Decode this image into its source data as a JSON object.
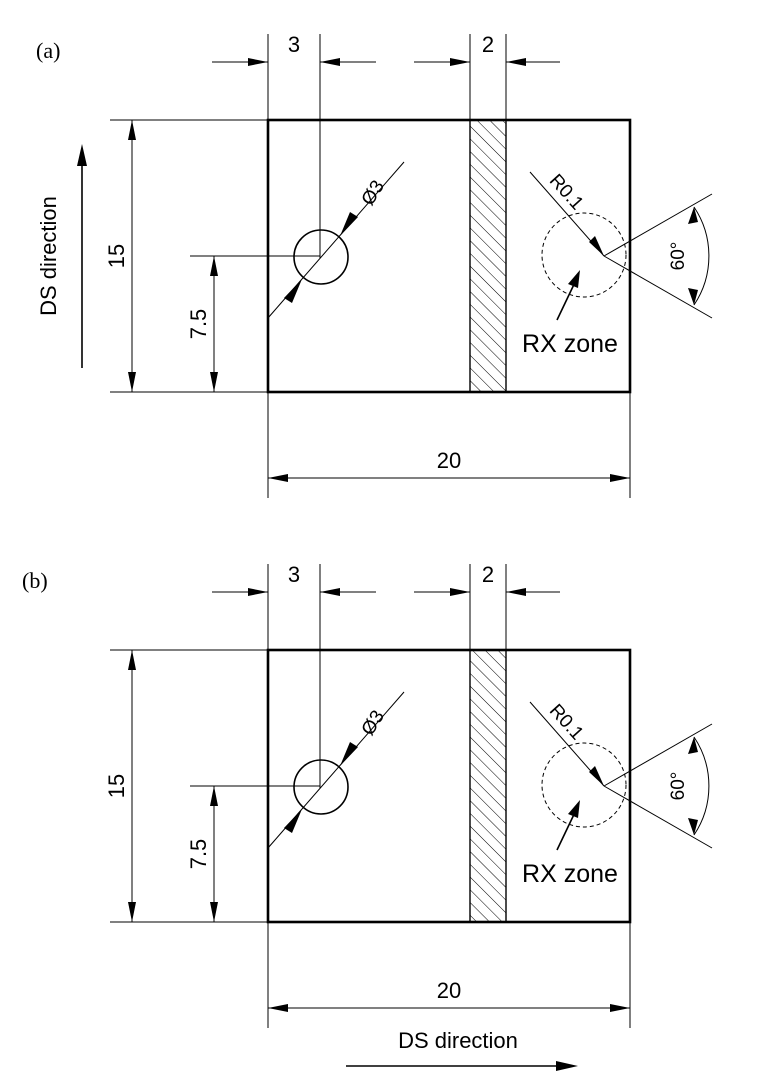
{
  "panels": [
    {
      "label": "(a)",
      "dimensions": {
        "hole_offset": "3",
        "band_width": "2",
        "height": "15",
        "hole_height": "7.5",
        "width": "20",
        "hole_diameter": "Ø3",
        "notch_radius": "R0.1",
        "notch_angle": "60°"
      },
      "zone_label": "RX zone",
      "direction_label": "DS direction",
      "direction_orientation": "vertical"
    },
    {
      "label": "(b)",
      "dimensions": {
        "hole_offset": "3",
        "band_width": "2",
        "height": "15",
        "hole_height": "7.5",
        "width": "20",
        "hole_diameter": "Ø3",
        "notch_radius": "R0.1",
        "notch_angle": "60°"
      },
      "zone_label": "RX zone",
      "direction_label": "DS direction",
      "direction_orientation": "horizontal"
    }
  ]
}
